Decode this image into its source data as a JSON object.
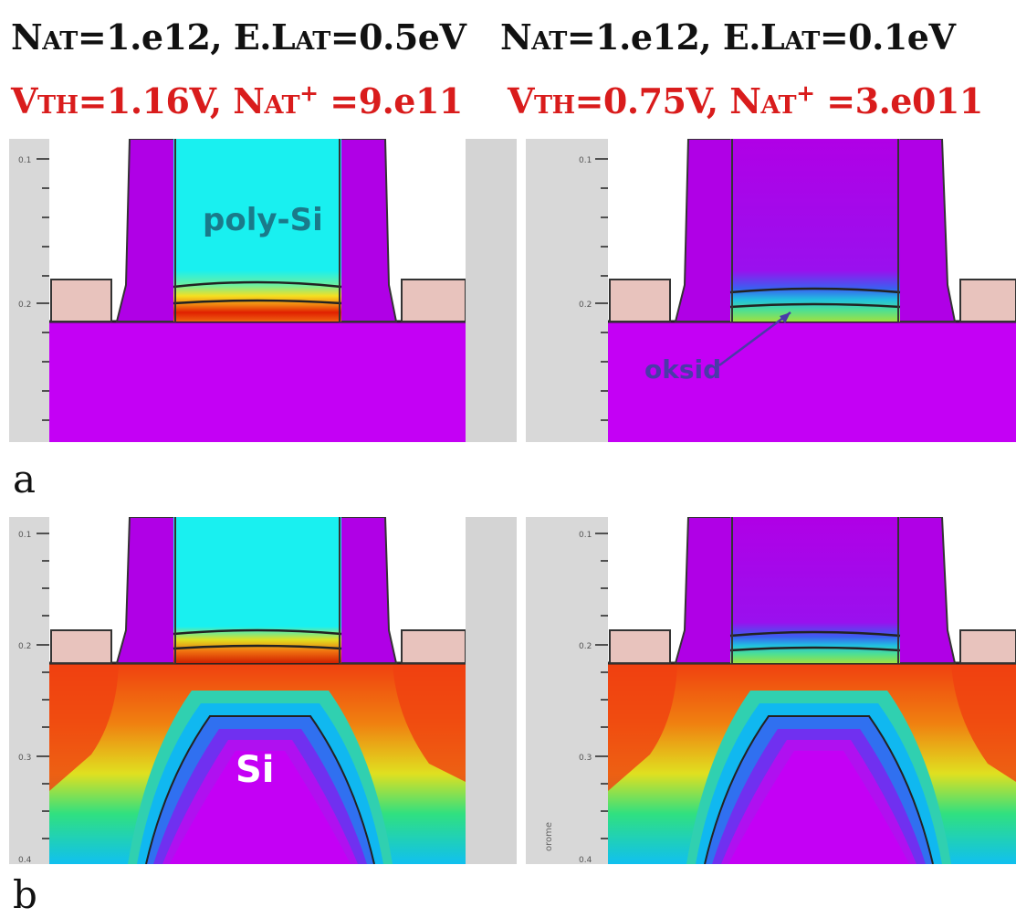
{
  "headers": {
    "left": {
      "line1": {
        "n": "N",
        "n_sub": "AT",
        "n_val": "=1.e12, E.L",
        "el_sub": "AT",
        "el_val": "=0.5eV"
      },
      "line2": {
        "v": "V",
        "v_sub": "TH",
        "v_val": "=1.16V,  N",
        "n_sub": "AT",
        "n_sup": "+",
        "n_val": " =9.e11"
      }
    },
    "right": {
      "line1": {
        "n": "N",
        "n_sub": "AT",
        "n_val": "=1.e12, E.L",
        "el_sub": "AT",
        "el_val": "=0.1eV"
      },
      "line2": {
        "v": "V",
        "v_sub": "TH",
        "v_val": "=0.75V,  N",
        "n_sub": "AT",
        "n_sup": "+",
        "n_val": " =3.e011"
      }
    }
  },
  "labels": {
    "poly": "poly-Si",
    "oxide": "oksid",
    "si": "Si",
    "a": "a",
    "b": "b",
    "side_text": "orome"
  },
  "ticks": {
    "row_a": [
      "0.1",
      "0.2"
    ],
    "row_b": [
      "0.1",
      "0.2",
      "0.3",
      "0.4"
    ]
  },
  "colors": {
    "spacer": "#b000e6",
    "poly": "#19f0f0",
    "substrate_a": "#c400f5",
    "contact": "#e8c3bd",
    "red_header": "#d91c1c"
  }
}
